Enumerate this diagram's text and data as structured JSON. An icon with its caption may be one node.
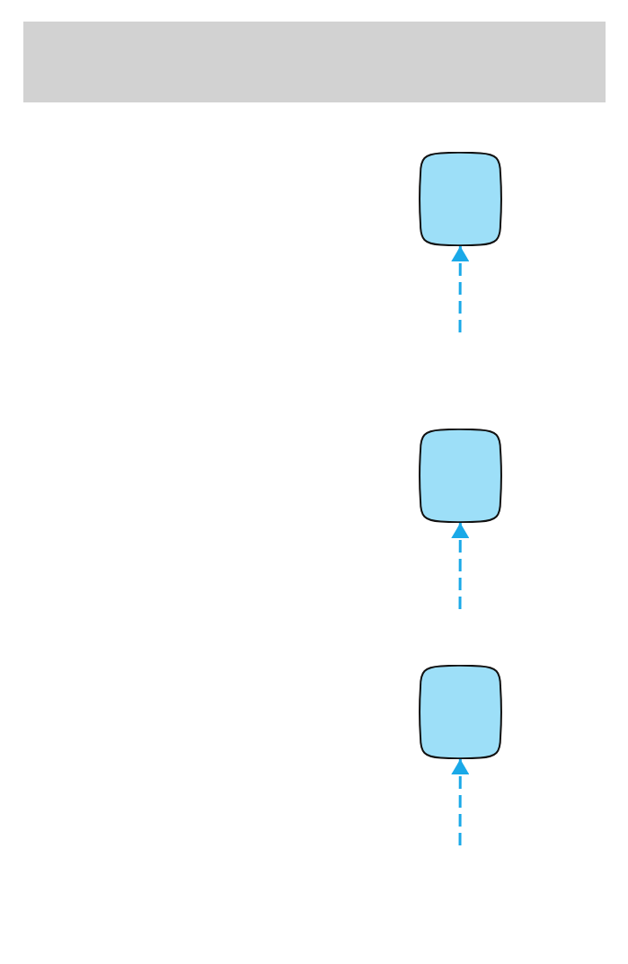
{
  "diagram": {
    "nodes": [
      {
        "text": [],
        "shape": "box"
      },
      {
        "text": [],
        "shape": "box"
      },
      {
        "text": [],
        "shape": "box"
      }
    ],
    "edges": [
      {
        "from": null,
        "to": 0,
        "arrow": "to",
        "style": "dashed"
      },
      {
        "from": null,
        "to": 1,
        "arrow": "to",
        "style": "dashed"
      },
      {
        "from": null,
        "to": 2,
        "arrow": "to",
        "style": "dashed"
      }
    ]
  }
}
